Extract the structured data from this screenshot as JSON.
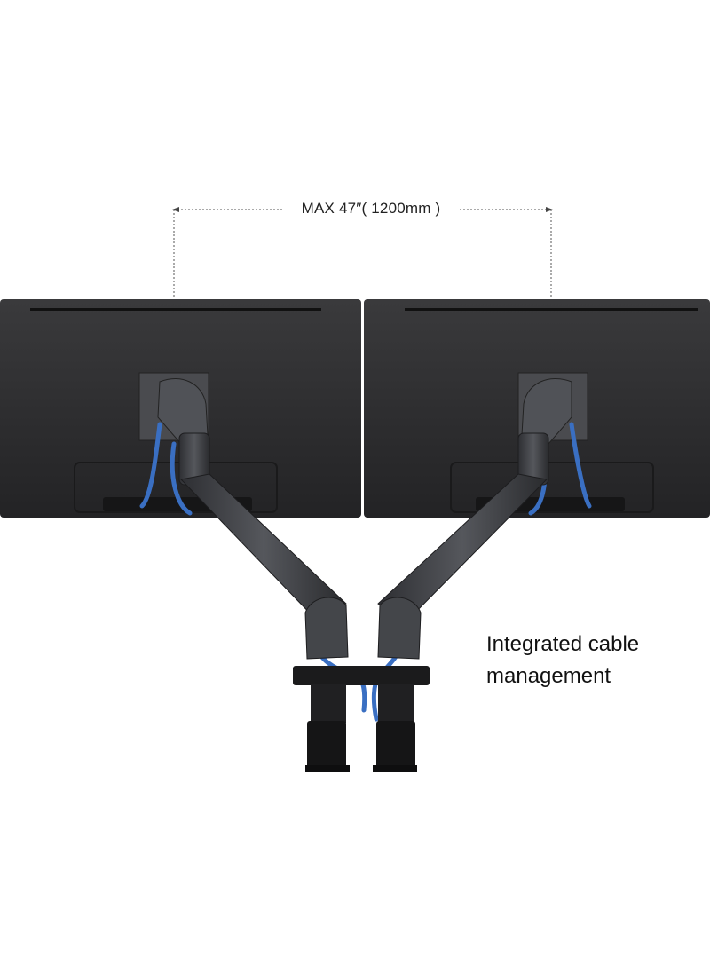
{
  "dimension_label": "MAX 47″( 1200mm )",
  "caption": {
    "line1": "Integrated cable",
    "line2": "management"
  },
  "colors": {
    "background": "#ffffff",
    "monitor_body": "#2b2b2d",
    "arm": "#3a3b3f",
    "cable": "#3a6fc2",
    "dimension_line": "#555555"
  }
}
